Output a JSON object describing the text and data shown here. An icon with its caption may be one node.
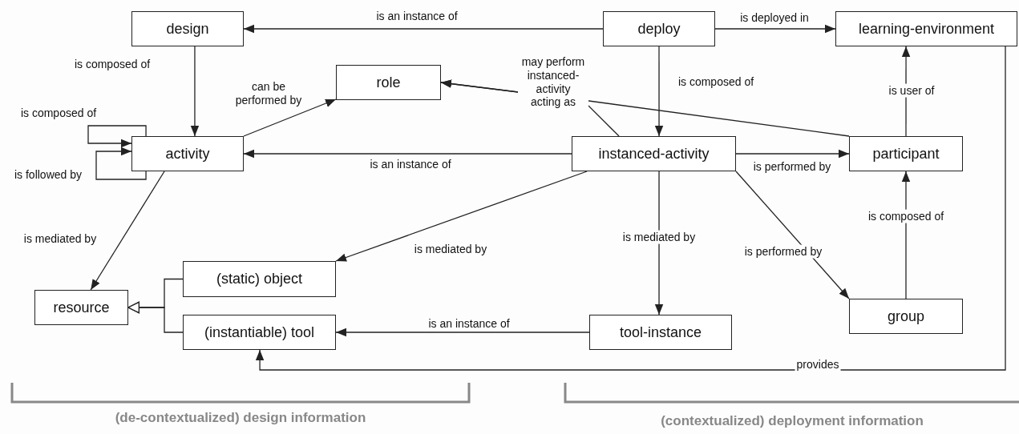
{
  "diagram": {
    "nodes": [
      {
        "text": [
          "design"
        ]
      },
      {
        "text": [
          "deploy"
        ]
      },
      {
        "text": [
          "learning-environment"
        ]
      },
      {
        "text": [
          "role"
        ]
      },
      {
        "text": [
          "activity"
        ]
      },
      {
        "text": [
          "instanced-activity"
        ]
      },
      {
        "text": [
          "participant"
        ]
      },
      {
        "text": [
          "(static) object"
        ]
      },
      {
        "text": [
          "resource"
        ]
      },
      {
        "text": [
          "(instantiable) tool"
        ]
      },
      {
        "text": [
          "tool-instance"
        ]
      },
      {
        "text": [
          "group"
        ]
      }
    ],
    "edges": [
      {
        "from": 1,
        "to": 0,
        "arrow": "to",
        "label": "is an instance of"
      },
      {
        "from": 1,
        "to": 2,
        "arrow": "to",
        "label": "is deployed in"
      },
      {
        "from": 0,
        "to": 4,
        "arrow": "to",
        "label": "is composed of"
      },
      {
        "from": 4,
        "to": 4,
        "arrow": "to",
        "label": "is composed of"
      },
      {
        "from": 4,
        "to": 4,
        "arrow": "to",
        "label": "is followed by"
      },
      {
        "from": 4,
        "to": 3,
        "arrow": "to",
        "label": "can be performed by"
      },
      {
        "from": 5,
        "to": 3,
        "arrow": "to",
        "label": "may perform instanced-activity acting as"
      },
      {
        "from": 6,
        "to": 3,
        "arrow": "to"
      },
      {
        "from": 1,
        "to": 5,
        "arrow": "to",
        "label": "is composed of"
      },
      {
        "from": 5,
        "to": 4,
        "arrow": "to",
        "label": "is an instance of"
      },
      {
        "from": 5,
        "to": 6,
        "arrow": "to",
        "label": "is performed by"
      },
      {
        "from": 6,
        "to": 2,
        "arrow": "to",
        "label": "is user of"
      },
      {
        "from": 4,
        "to": 8,
        "arrow": "to",
        "label": "is mediated by"
      },
      {
        "from": 5,
        "to": 7,
        "arrow": "to",
        "label": "is mediated by"
      },
      {
        "from": 5,
        "to": 10,
        "arrow": "to",
        "label": "is mediated by"
      },
      {
        "from": 5,
        "to": 11,
        "arrow": "to",
        "label": "is performed by"
      },
      {
        "from": 11,
        "to": 6,
        "arrow": "to",
        "label": "is composed of"
      },
      {
        "from": 10,
        "to": 9,
        "arrow": "to",
        "label": "is an instance of"
      },
      {
        "from": 2,
        "to": 9,
        "arrow": "to",
        "label": "provides"
      },
      {
        "from": 7,
        "to": 8,
        "arrow": "to"
      },
      {
        "from": 9,
        "to": 8,
        "arrow": "to"
      }
    ],
    "labels": [
      "(de-contextualized) design information",
      "(contextualized) deployment information"
    ]
  }
}
